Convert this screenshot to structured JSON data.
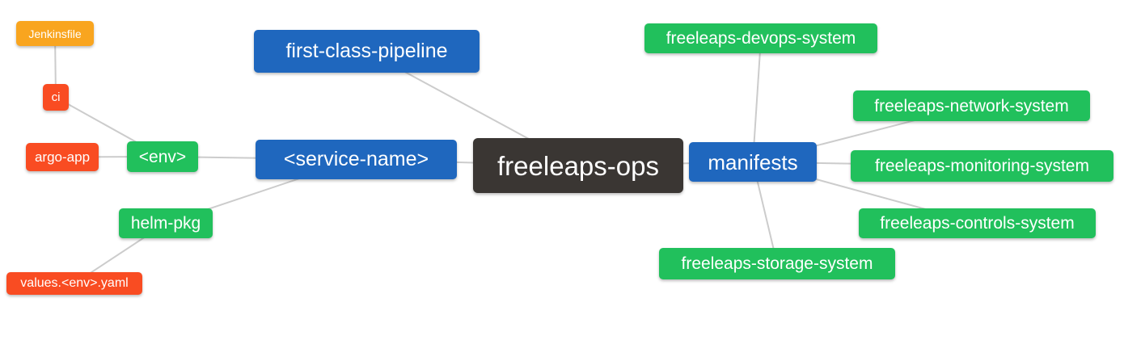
{
  "diagram": {
    "type": "mindmap",
    "root": "freeleaps_ops",
    "nodes": {
      "jenkinsfile": {
        "label": "Jenkinsfile",
        "color_role": "amber"
      },
      "ci": {
        "label": "ci",
        "color_role": "red"
      },
      "argo_app": {
        "label": "argo-app",
        "color_role": "red"
      },
      "env": {
        "label": "<env>",
        "color_role": "green"
      },
      "helm_pkg": {
        "label": "helm-pkg",
        "color_role": "green"
      },
      "values_env_yaml": {
        "label": "values.<env>.yaml",
        "color_role": "red"
      },
      "first_class_pipeline": {
        "label": "first-class-pipeline",
        "color_role": "blue"
      },
      "service_name": {
        "label": "<service-name>",
        "color_role": "blue"
      },
      "freeleaps_ops": {
        "label": "freeleaps-ops",
        "color_role": "dark"
      },
      "manifests": {
        "label": "manifests",
        "color_role": "blue"
      },
      "devops_system": {
        "label": "freeleaps-devops-system",
        "color_role": "green"
      },
      "network_system": {
        "label": "freeleaps-network-system",
        "color_role": "green"
      },
      "monitoring_system": {
        "label": "freeleaps-monitoring-system",
        "color_role": "green"
      },
      "controls_system": {
        "label": "freeleaps-controls-system",
        "color_role": "green"
      },
      "storage_system": {
        "label": "freeleaps-storage-system",
        "color_role": "green"
      }
    },
    "edges": [
      [
        "jenkinsfile",
        "ci"
      ],
      [
        "ci",
        "env"
      ],
      [
        "argo_app",
        "env"
      ],
      [
        "env",
        "service_name"
      ],
      [
        "helm_pkg",
        "service_name"
      ],
      [
        "values_env_yaml",
        "helm_pkg"
      ],
      [
        "service_name",
        "freeleaps_ops"
      ],
      [
        "first_class_pipeline",
        "freeleaps_ops"
      ],
      [
        "freeleaps_ops",
        "manifests"
      ],
      [
        "manifests",
        "devops_system"
      ],
      [
        "manifests",
        "network_system"
      ],
      [
        "manifests",
        "monitoring_system"
      ],
      [
        "manifests",
        "controls_system"
      ],
      [
        "manifests",
        "storage_system"
      ]
    ],
    "colors": {
      "blue": "#1f67be",
      "green": "#21c05c",
      "red": "#f94c22",
      "amber": "#f9a51f",
      "dark": "#3a3633",
      "edge": "#cccccc",
      "text": "#ffffff",
      "background": "#ffffff"
    }
  }
}
